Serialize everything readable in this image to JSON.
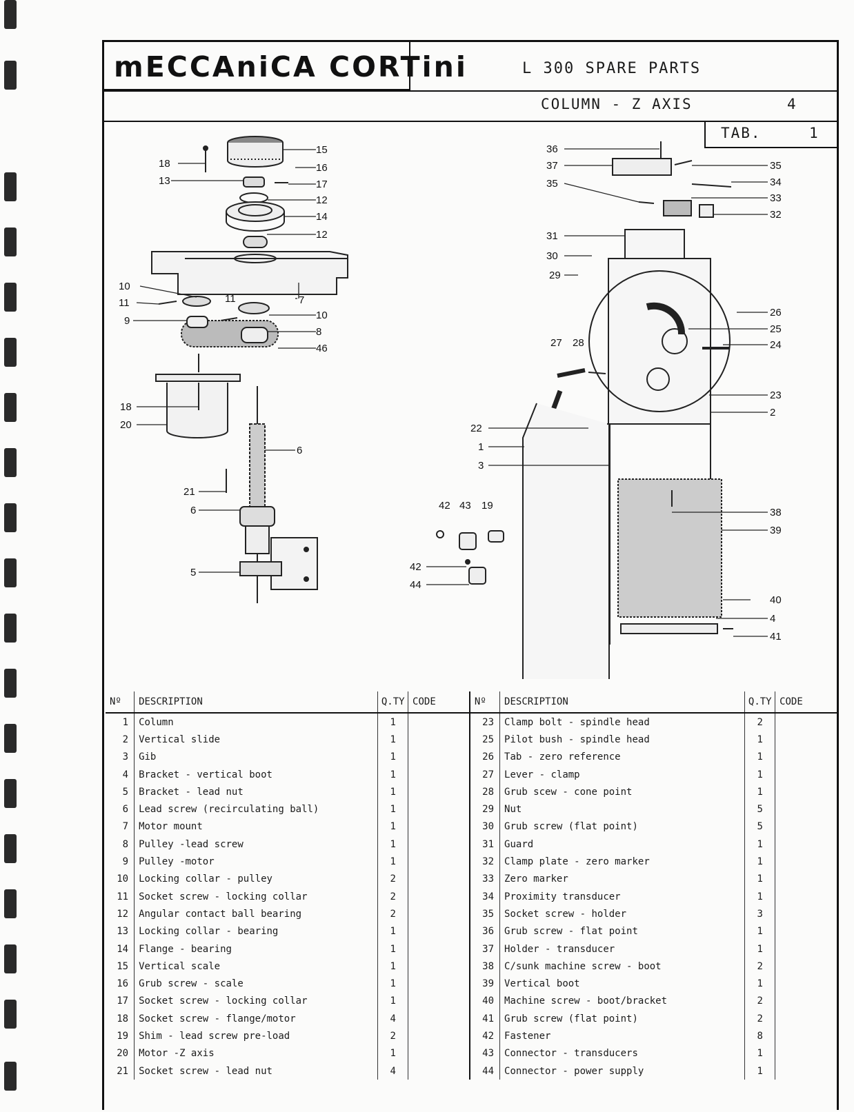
{
  "header": {
    "logo": "mECCAniCA CORTini",
    "title": "L 300  SPARE PARTS",
    "subtitle": "COLUMN - Z AXIS",
    "page": "4",
    "tab_label": "TAB.",
    "tab_value": "1"
  },
  "drawing_labels": {
    "left": [
      "18",
      "13",
      "15",
      "16",
      "17",
      "12",
      "14",
      "12",
      "7",
      "10",
      "11",
      "9",
      "11",
      "10",
      "8",
      "46",
      "18",
      "20",
      "6",
      "21",
      "6",
      "5"
    ],
    "right": [
      "36",
      "37",
      "35",
      "35",
      "34",
      "33",
      "32",
      "31",
      "30",
      "29",
      "26",
      "25",
      "24",
      "27",
      "28",
      "23",
      "2",
      "22",
      "1",
      "3",
      "42",
      "43",
      "19",
      "38",
      "39",
      "42",
      "44",
      "40",
      "4",
      "41"
    ]
  },
  "table": {
    "headers": {
      "no": "Nº",
      "description": "DESCRIPTION",
      "qty": "Q.TY",
      "code": "CODE"
    },
    "left_rows": [
      {
        "no": "1",
        "desc": "Column",
        "qty": "1"
      },
      {
        "no": "2",
        "desc": "Vertical slide",
        "qty": "1"
      },
      {
        "no": "3",
        "desc": "Gib",
        "qty": "1"
      },
      {
        "no": "4",
        "desc": "Bracket - vertical boot",
        "qty": "1"
      },
      {
        "no": "5",
        "desc": "Bracket - lead nut",
        "qty": "1"
      },
      {
        "no": "6",
        "desc": "Lead screw (recirculating ball)",
        "qty": "1"
      },
      {
        "no": "7",
        "desc": "Motor mount",
        "qty": "1"
      },
      {
        "no": "8",
        "desc": "Pulley -lead screw",
        "qty": "1"
      },
      {
        "no": "9",
        "desc": "Pulley -motor",
        "qty": "1"
      },
      {
        "no": "10",
        "desc": "Locking collar - pulley",
        "qty": "2"
      },
      {
        "no": "11",
        "desc": "Socket screw - locking collar",
        "qty": "2"
      },
      {
        "no": "12",
        "desc": "Angular contact ball bearing",
        "qty": "2"
      },
      {
        "no": "13",
        "desc": "Locking collar - bearing",
        "qty": "1"
      },
      {
        "no": "14",
        "desc": "Flange - bearing",
        "qty": "1"
      },
      {
        "no": "15",
        "desc": "Vertical scale",
        "qty": "1"
      },
      {
        "no": "16",
        "desc": "Grub screw - scale",
        "qty": "1"
      },
      {
        "no": "17",
        "desc": "Socket screw - locking collar",
        "qty": "1"
      },
      {
        "no": "18",
        "desc": "Socket screw - flange/motor",
        "qty": "4"
      },
      {
        "no": "19",
        "desc": "Shim - lead screw pre-load",
        "qty": "2"
      },
      {
        "no": "20",
        "desc": "Motor -Z axis",
        "qty": "1"
      },
      {
        "no": "21",
        "desc": "Socket screw - lead nut",
        "qty": "4"
      }
    ],
    "right_rows": [
      {
        "no": "23",
        "desc": "Clamp bolt - spindle head",
        "qty": "2"
      },
      {
        "no": "25",
        "desc": "Pilot bush - spindle head",
        "qty": "1"
      },
      {
        "no": "26",
        "desc": "Tab - zero reference",
        "qty": "1"
      },
      {
        "no": "27",
        "desc": "Lever - clamp",
        "qty": "1"
      },
      {
        "no": "28",
        "desc": "Grub scew - cone point",
        "qty": "1"
      },
      {
        "no": "29",
        "desc": "Nut",
        "qty": "5"
      },
      {
        "no": "30",
        "desc": "Grub screw (flat point)",
        "qty": "5"
      },
      {
        "no": "31",
        "desc": "Guard",
        "qty": "1"
      },
      {
        "no": "32",
        "desc": "Clamp plate - zero marker",
        "qty": "1"
      },
      {
        "no": "33",
        "desc": "Zero marker",
        "qty": "1"
      },
      {
        "no": "34",
        "desc": "Proximity transducer",
        "qty": "1"
      },
      {
        "no": "35",
        "desc": "Socket screw - holder",
        "qty": "3"
      },
      {
        "no": "36",
        "desc": "Grub screw - flat point",
        "qty": "1"
      },
      {
        "no": "37",
        "desc": "Holder - transducer",
        "qty": "1"
      },
      {
        "no": "38",
        "desc": "C/sunk machine screw - boot",
        "qty": "2"
      },
      {
        "no": "39",
        "desc": "Vertical boot",
        "qty": "1"
      },
      {
        "no": "40",
        "desc": "Machine screw - boot/bracket",
        "qty": "2"
      },
      {
        "no": "41",
        "desc": "Grub screw (flat point)",
        "qty": "2"
      },
      {
        "no": "42",
        "desc": "Fastener",
        "qty": "8"
      },
      {
        "no": "43",
        "desc": "Connector - transducers",
        "qty": "1"
      },
      {
        "no": "44",
        "desc": "Connector - power supply",
        "qty": "1"
      }
    ]
  }
}
